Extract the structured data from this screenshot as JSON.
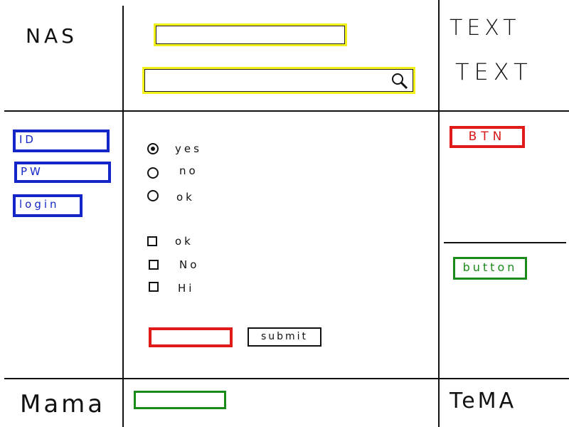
{
  "header": {
    "logo_text": "NAS",
    "text_1": "TEXT",
    "text_2": "TEXT",
    "input_top_value": "",
    "search_value": "",
    "search_icon": "search-icon"
  },
  "sidebar": {
    "id_label": "ID",
    "pw_label": "PW",
    "login_label": "login"
  },
  "form": {
    "radios": [
      {
        "label": "yes",
        "checked": true
      },
      {
        "label": "no",
        "checked": false
      },
      {
        "label": "ok",
        "checked": false
      }
    ],
    "checkboxes": [
      {
        "label": "ok"
      },
      {
        "label": "No"
      },
      {
        "label": "Hi"
      }
    ],
    "red_input_value": "",
    "submit_label": "submit"
  },
  "right_panel": {
    "btn_label": "BTN",
    "button_label": "button"
  },
  "footer": {
    "left_text": "Mama",
    "center_input_value": "",
    "right_text": "TeMA"
  },
  "colors": {
    "yellow": "#f2f21a",
    "blue": "#1426c8",
    "red": "#e01919",
    "green": "#1a8a1a"
  }
}
